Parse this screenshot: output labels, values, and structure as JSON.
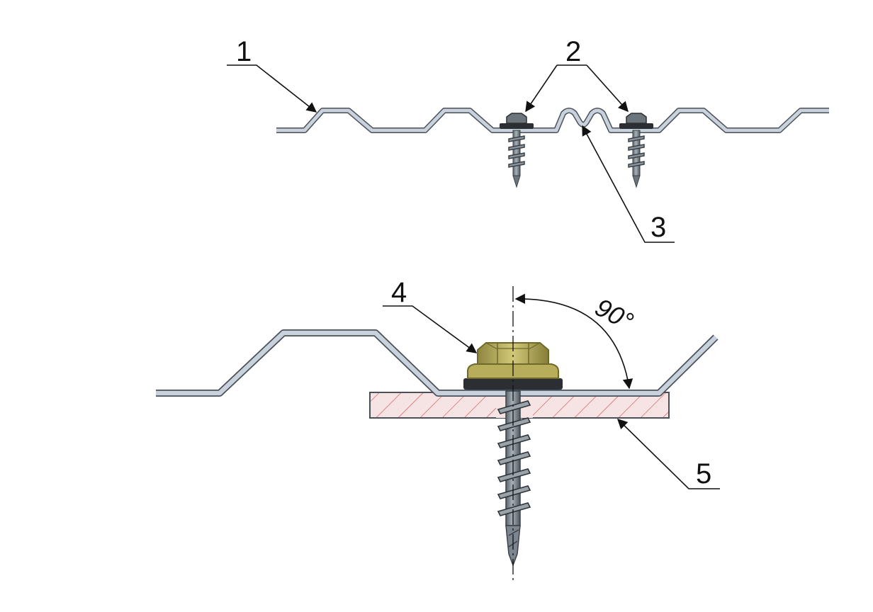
{
  "callouts": {
    "c1": "1",
    "c2": "2",
    "c3": "3",
    "c4": "4",
    "c5": "5"
  },
  "angle_label": "90°",
  "colors": {
    "sheet_fill": "#c9d2dc",
    "sheet_stroke": "#4a5058",
    "screw_metal": "#8b949c",
    "screw_dark": "#4b535b",
    "washer_head": "#b8ad5a",
    "washer_head_dark": "#6f6a2c",
    "gasket": "#2b2f33",
    "substrate_hatch": "#d45050",
    "leader": "#111111"
  }
}
